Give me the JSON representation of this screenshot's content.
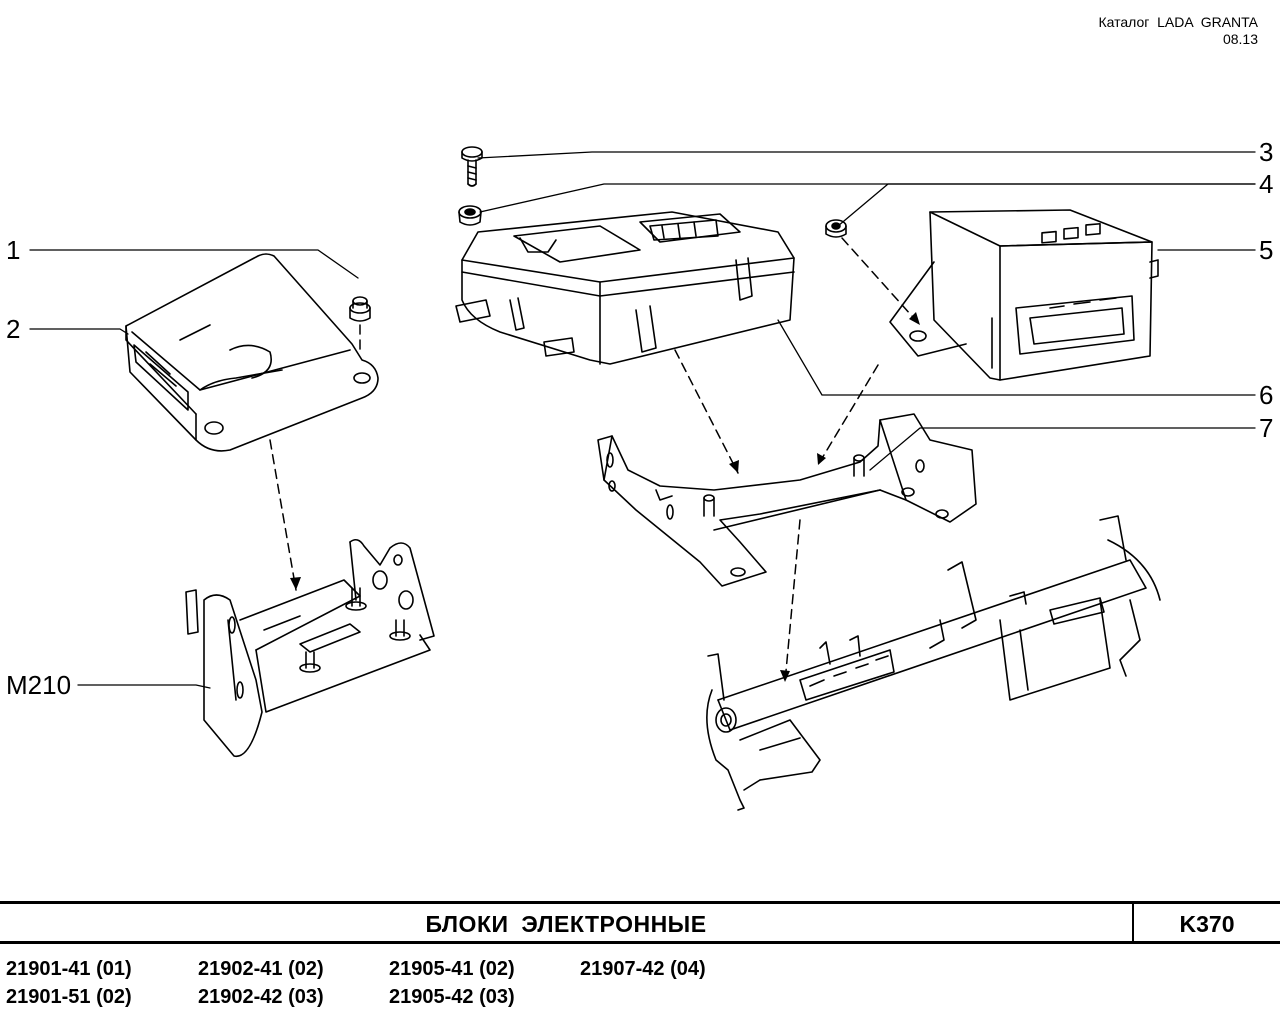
{
  "header": {
    "catalog": "Каталог  LADA  GRANTA",
    "date": "08.13"
  },
  "callouts": {
    "c1": "1",
    "c2": "2",
    "c3": "3",
    "c4": "4",
    "c5": "5",
    "c6": "6",
    "c7": "7",
    "m210": "M210"
  },
  "title_bar": {
    "title": "БЛОКИ  ЭЛЕКТРОННЫЕ",
    "code": "K370"
  },
  "models": [
    [
      "21901-41 (01)",
      "21901-51 (02)"
    ],
    [
      "21902-41 (02)",
      "21902-42 (03)"
    ],
    [
      "21905-41 (02)",
      "21905-42 (03)"
    ],
    [
      "21907-42 (04)"
    ]
  ]
}
